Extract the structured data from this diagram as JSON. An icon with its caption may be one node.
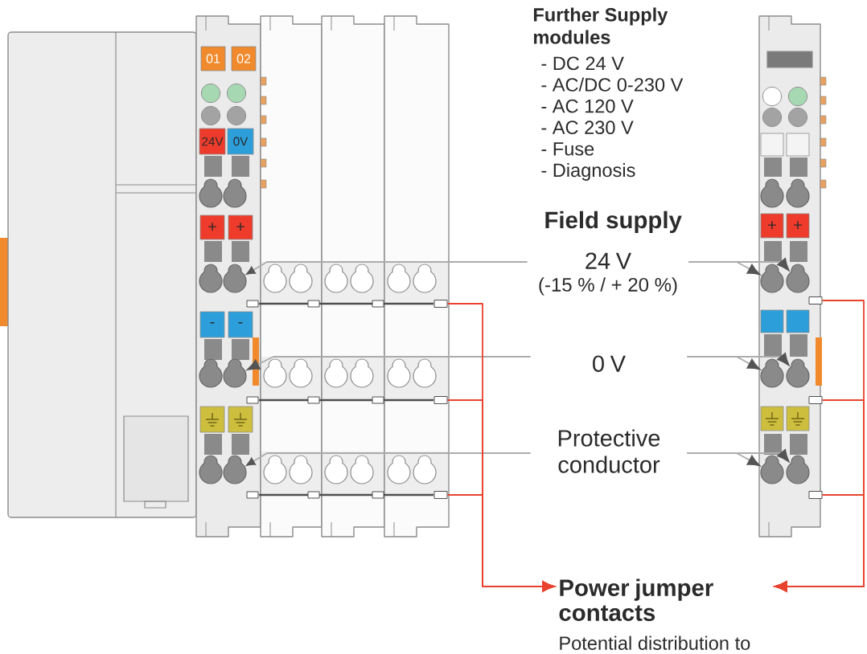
{
  "diagram": {
    "nodes": [
      {
        "text": [
          "24 V",
          "(-15 % / + 20 %)"
        ]
      },
      {
        "text": [],
        "shape": "circle"
      },
      {
        "text": [],
        "shape": "circle"
      },
      {
        "text": [],
        "shape": "circle"
      },
      {
        "text": [
          "0 V"
        ]
      },
      {
        "text": [],
        "shape": "circle"
      },
      {
        "text": [],
        "shape": "circle"
      },
      {
        "text": [],
        "shape": "circle"
      },
      {
        "text": [
          "Protective conductor"
        ]
      },
      {
        "text": [],
        "shape": "circle"
      },
      {
        "text": [],
        "shape": "circle"
      },
      {
        "text": [],
        "shape": "circle"
      },
      {
        "text": [],
        "shape": "box"
      },
      {
        "text": [],
        "shape": "box"
      },
      {
        "text": [],
        "shape": "box"
      },
      {
        "text": [],
        "shape": "box"
      },
      {
        "text": [],
        "shape": "box"
      },
      {
        "text": [],
        "shape": "box"
      },
      {
        "text": [
          "Power jumper contacts",
          "Potential distribution to"
        ]
      },
      {
        "text": [],
        "shape": "circle"
      },
      {
        "text": [],
        "shape": "circle"
      },
      {
        "text": [],
        "shape": "circle"
      },
      {
        "text": [],
        "shape": "circle"
      },
      {
        "text": [],
        "shape": "circle"
      },
      {
        "text": [],
        "shape": "circle"
      },
      {
        "text": [],
        "shape": "circle"
      }
    ],
    "edges": [
      {
        "from": 0,
        "to": 1,
        "arrow": "to"
      },
      {
        "from": 0,
        "to": 2,
        "arrow": "to"
      },
      {
        "from": 0,
        "to": 3,
        "arrow": "to"
      },
      {
        "from": 4,
        "to": 5,
        "arrow": "to"
      },
      {
        "from": 4,
        "to": 6,
        "arrow": "to"
      },
      {
        "from": 4,
        "to": 7,
        "arrow": "to"
      },
      {
        "from": 8,
        "to": 9,
        "arrow": "to"
      },
      {
        "from": 8,
        "to": 10,
        "arrow": "to"
      },
      {
        "from": 8,
        "to": 11,
        "arrow": "to"
      },
      {
        "from": 12,
        "to": 18,
        "arrow": "to",
        "color": "#e8432e"
      },
      {
        "from": 13,
        "to": 18,
        "arrow": "to",
        "color": "#e8432e"
      },
      {
        "from": 14,
        "to": 18,
        "arrow": "to",
        "color": "#e8432e"
      },
      {
        "from": 15,
        "to": 18,
        "arrow": "to",
        "color": "#e8432e"
      },
      {
        "from": 16,
        "to": 18,
        "arrow": "to",
        "color": "#e8432e"
      },
      {
        "from": 17,
        "to": 18,
        "arrow": "to",
        "color": "#e8432e"
      }
    ],
    "labels": [
      "01",
      "02",
      "24V",
      "0V",
      "+",
      "+",
      "-",
      "-",
      "Further Supply modules",
      "- DC 24 V",
      "- AC/DC 0-230 V",
      "- AC 120 V",
      "- AC 230 V",
      "- Fuse",
      "- Diagnosis",
      "Field supply",
      "+",
      "+"
    ]
  }
}
